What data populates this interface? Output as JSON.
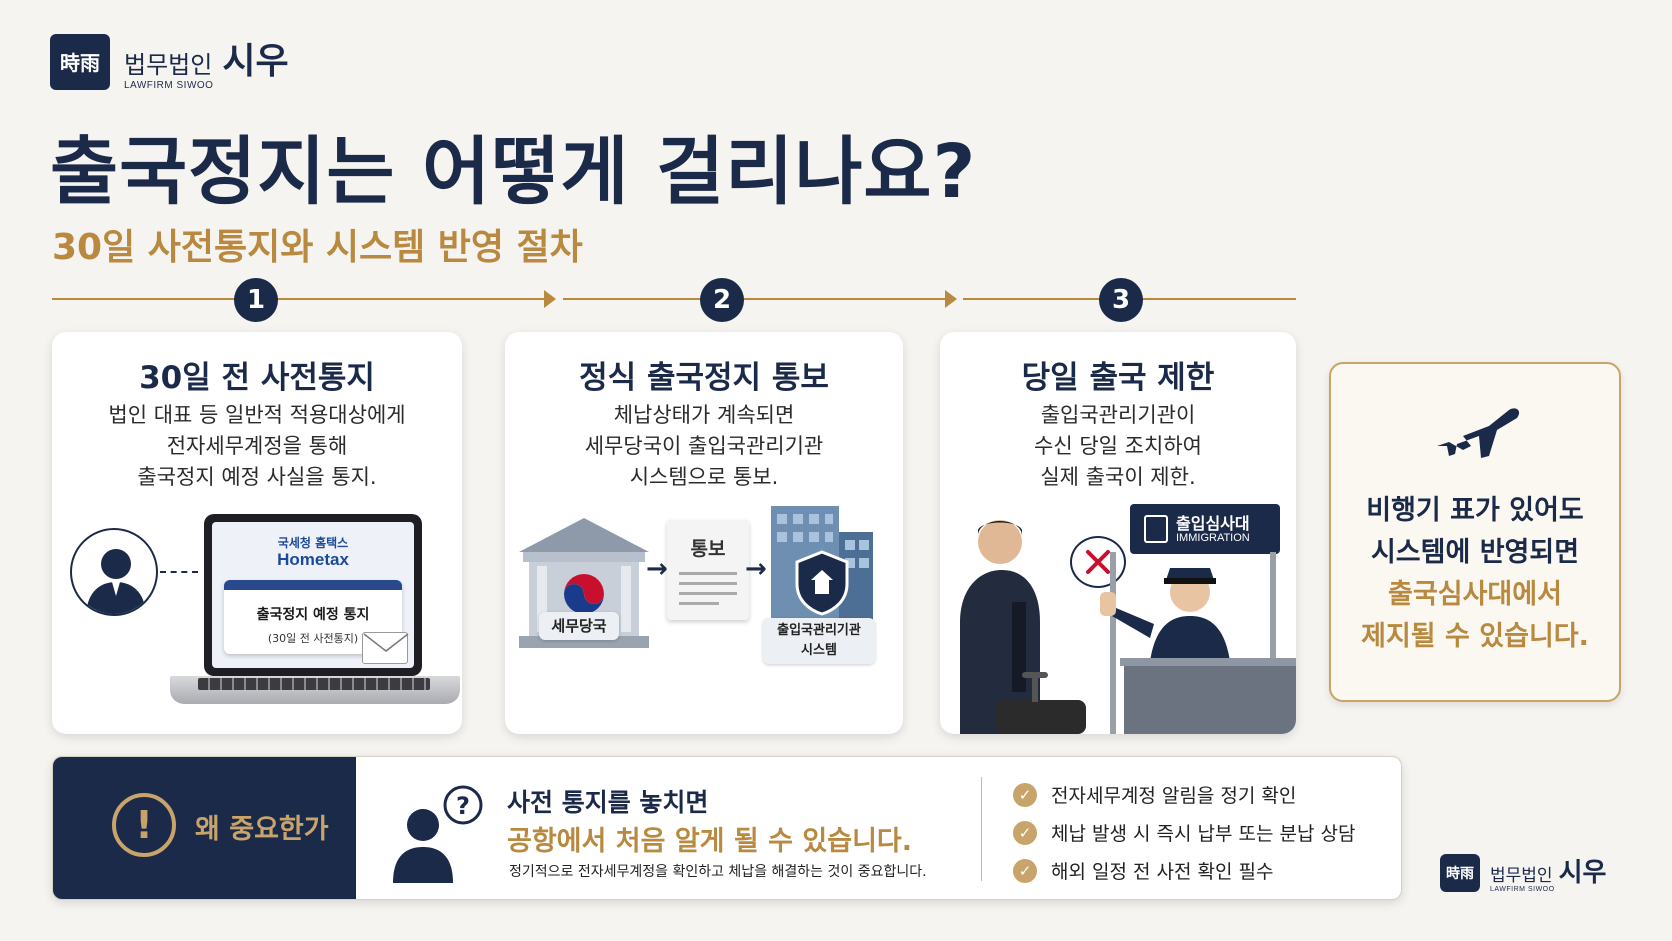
{
  "brand": {
    "mark": "時雨",
    "name_prefix": "법무법인",
    "name": "시우",
    "sub": "LAWFIRM SIWOO"
  },
  "title": "출국정지는 어떻게 걸리나요?",
  "subtitle": "30일 사전통지와 시스템 반영 절차",
  "steps": [
    {
      "number": "1",
      "heading": "30일 전 사전통지",
      "lines": [
        "법인 대표 등 일반적 적용대상에게",
        "전자세무계정을 통해",
        "출국정지 예정 사실을 통지."
      ],
      "screen": {
        "service_ko": "국세청 홈택스",
        "service_en": "Hometax",
        "notice_title": "출국정지 예정 통지",
        "notice_sub": "(30일 전 사전통지)"
      }
    },
    {
      "number": "2",
      "heading": "정식 출국정지 통보",
      "lines": [
        "체납상태가 계속되면",
        "세무당국이 출입국관리기관",
        "시스템으로 통보."
      ],
      "doc_label": "통보",
      "source_label": "세무당국",
      "target_label_1": "출입국관리기관",
      "target_label_2": "시스템"
    },
    {
      "number": "3",
      "heading": "당일 출국 제한",
      "lines": [
        "출입국관리기관이",
        "수신 당일 조치하여",
        "실제 출국이 제한."
      ],
      "sign_ko": "출입심사대",
      "sign_en": "IMMIGRATION"
    }
  ],
  "note": {
    "line1": "비행기 표가 있어도",
    "line2": "시스템에 반영되면",
    "line3": "출국심사대에서",
    "line4": "제지될 수 있습니다."
  },
  "bottom": {
    "label": "왜 중요한가",
    "headline1": "사전 통지를 놓치면",
    "headline2": "공항에서 처음 알게 될 수 있습니다.",
    "detail": "정기적으로 전자세무계정을 확인하고 체납을 해결하는 것이 중요합니다.",
    "checklist": [
      "전자세무계정 알림을 정기 확인",
      "체납 발생 시 즉시 납부 또는 분납 상담",
      "해외 일정 전 사전 확인 필수"
    ]
  },
  "colors": {
    "navy": "#1c2a4a",
    "gold": "#b8893f",
    "background": "#f6f4f0"
  }
}
